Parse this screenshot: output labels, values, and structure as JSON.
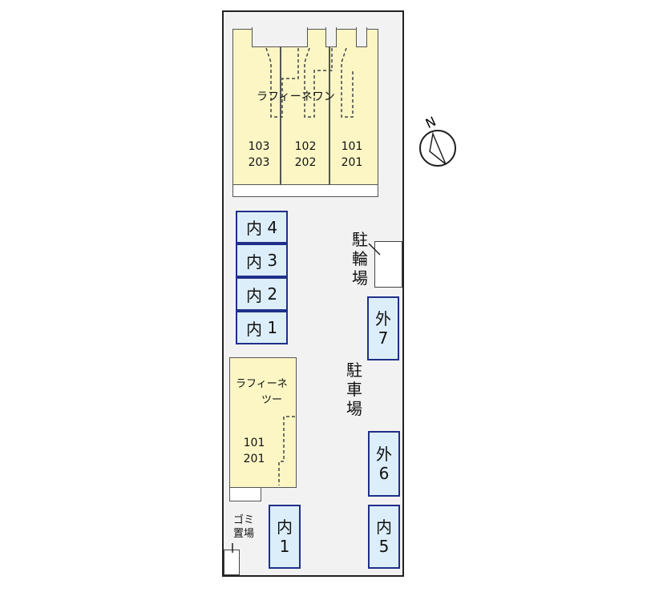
{
  "building_one": {
    "name": "ラフィーネワン",
    "units": [
      {
        "top": "103",
        "bottom": "203"
      },
      {
        "top": "102",
        "bottom": "202"
      },
      {
        "top": "101",
        "bottom": "201"
      }
    ]
  },
  "building_two": {
    "name_line1": "ラフィーネ",
    "name_line2": "ツー",
    "unit_top": "101",
    "unit_bottom": "201"
  },
  "inner_spaces": [
    {
      "label": "内",
      "num": "4"
    },
    {
      "label": "内",
      "num": "3"
    },
    {
      "label": "内",
      "num": "2"
    },
    {
      "label": "内",
      "num": "1"
    }
  ],
  "bicycle_parking": [
    "駐",
    "輪",
    "場"
  ],
  "parking_lot": [
    "駐",
    "車",
    "場"
  ],
  "outer_7": {
    "label": "外",
    "num": "7"
  },
  "outer_6": {
    "label": "外",
    "num": "6"
  },
  "inner_5": {
    "label": "内",
    "num": "5"
  },
  "inner_1_bottom": {
    "label": "内",
    "num": "1"
  },
  "garbage": {
    "line1": "ゴミ",
    "line2": "置場"
  },
  "compass": {
    "letter": "N"
  },
  "colors": {
    "building": "#fbf6c4",
    "space_fill": "#dceefa",
    "space_border": "#1f2f8a"
  }
}
